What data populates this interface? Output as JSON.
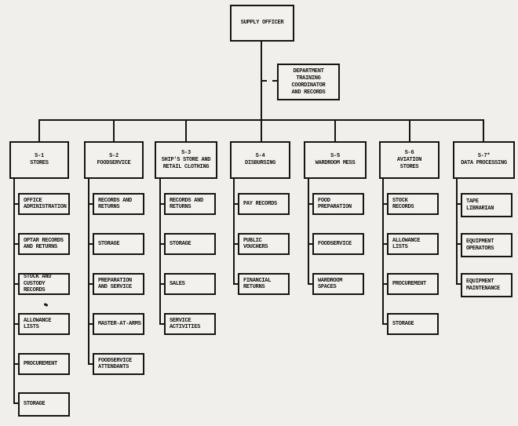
{
  "figure": {
    "type": "organization-chart",
    "line_color": "#151515",
    "background_color": "#f1efeb"
  },
  "root": {
    "label": "SUPPLY OFFICER"
  },
  "staff": {
    "label": "DEPARTMENT\nTRAINING\nCOORDINATOR\nAND RECORDS"
  },
  "departments": [
    {
      "code": "S-1",
      "title": "S-1\nSTORES",
      "units": [
        "OFFICE\nADMINISTRATION",
        "OPTAR RECORDS\nAND RETURNS",
        "STOCK AND\nCUSTODY RECORDS",
        "ALLOWANCE\nLISTS",
        "PROCUREMENT",
        "STORAGE"
      ]
    },
    {
      "code": "S-2",
      "title": "S-2\nFOODSERVICE",
      "units": [
        "RECORDS AND\nRETURNS",
        "STORAGE",
        "PREPARATION\nAND SERVICE",
        "MASTER-AT-ARMS",
        "FOODSERVICE\nATTENDANTS"
      ]
    },
    {
      "code": "S-3",
      "title": "S-3\nSHIP'S STORE AND\nRETAIL CLOTHING",
      "units": [
        "RECORDS AND\nRETURNS",
        "STORAGE",
        "SALES",
        "SERVICE\nACTIVITIES"
      ]
    },
    {
      "code": "S-4",
      "title": "S-4\nDISBURSING",
      "units": [
        "PAY RECORDS",
        "PUBLIC\nVOUCHERS",
        "FINANCIAL\nRETURNS"
      ]
    },
    {
      "code": "S-5",
      "title": "S-5\nWARDROOM MESS",
      "units": [
        "FOOD\nPREPARATION",
        "FOODSERVICE",
        "WARDROOM\nSPACES"
      ]
    },
    {
      "code": "S-6",
      "title": "S-6\nAVIATION\nSTORES",
      "units": [
        "STOCK\nRECORDS",
        "ALLOWANCE\nLISTS",
        "PROCUREMENT",
        "STORAGE"
      ]
    },
    {
      "code": "S-7",
      "title": "S-7*\nDATA PROCESSING",
      "units": [
        "TAPE\nLIBRARIAN",
        "EQUIPMENT\nOPERATORS",
        "EQUIPMENT\nMAINTENANCE"
      ]
    }
  ]
}
